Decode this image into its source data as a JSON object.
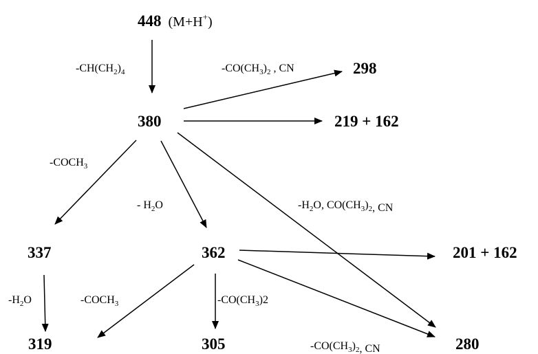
{
  "nodes": {
    "n448": {
      "value": "448",
      "suffix": "(M+H",
      "sup": "+",
      "close": ")"
    },
    "n380": {
      "value": "380"
    },
    "n298": {
      "value": "298"
    },
    "n219": {
      "value": "219 + 162"
    },
    "n337": {
      "value": "337"
    },
    "n362": {
      "value": "362"
    },
    "n201": {
      "value": "201 + 162"
    },
    "n319": {
      "value": "319"
    },
    "n305": {
      "value": "305"
    },
    "n280": {
      "value": "280"
    }
  },
  "labels": {
    "e448_380": {
      "a": "-CH(CH",
      "sub": "2",
      "b": ")",
      "sub2": "4"
    },
    "e380_298": {
      "a": "-CO(CH",
      "sub": "3",
      "b": ")",
      "sub2": "2",
      "c": " , CN"
    },
    "e380_337": {
      "a": "-COCH",
      "sub": "3"
    },
    "e380_362": {
      "a": "- H",
      "sub": "2",
      "b": "O"
    },
    "e380_280": {
      "a": "-H",
      "sub": "2",
      "b": "O, CO(CH",
      "sub2": "3",
      "c": ")",
      "sub3": "2",
      "d": ", CN"
    },
    "e337_319": {
      "a": "-H",
      "sub": "2",
      "b": "O"
    },
    "e362_319": {
      "a": "-COCH",
      "sub": "3"
    },
    "e362_305": {
      "a": "-CO(CH",
      "sub": "3",
      "b": ")2"
    },
    "e362_280": {
      "a": "-CO(CH",
      "sub": "3",
      "b": ")",
      "sub2": "2",
      "c": ", CN"
    }
  }
}
